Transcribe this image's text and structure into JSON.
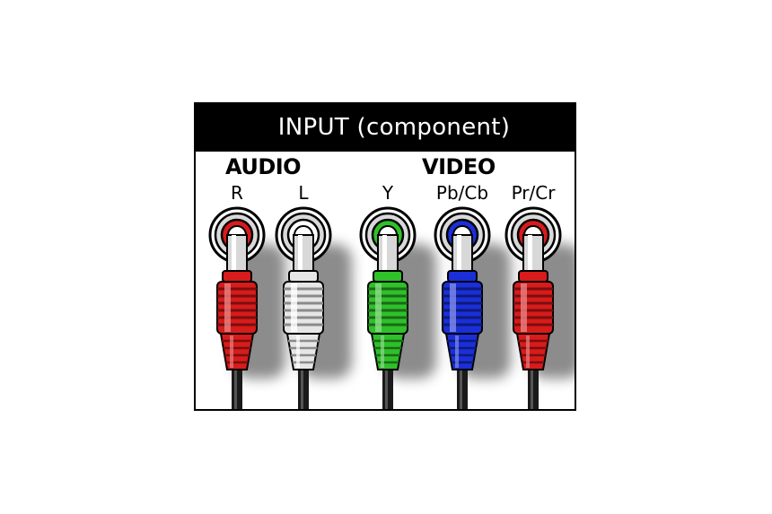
{
  "title": "INPUT (component)",
  "groups": {
    "audio": "AUDIO",
    "video": "VIDEO"
  },
  "connectors": [
    {
      "id": "r",
      "label": "R",
      "color": "#d81b1b"
    },
    {
      "id": "l",
      "label": "L",
      "color": "#ffffff"
    },
    {
      "id": "y",
      "label": "Y",
      "color": "#2fc02a"
    },
    {
      "id": "pb",
      "label": "Pb/Cb",
      "color": "#1a2fd8"
    },
    {
      "id": "pr",
      "label": "Pr/Cr",
      "color": "#d81b1b"
    }
  ]
}
